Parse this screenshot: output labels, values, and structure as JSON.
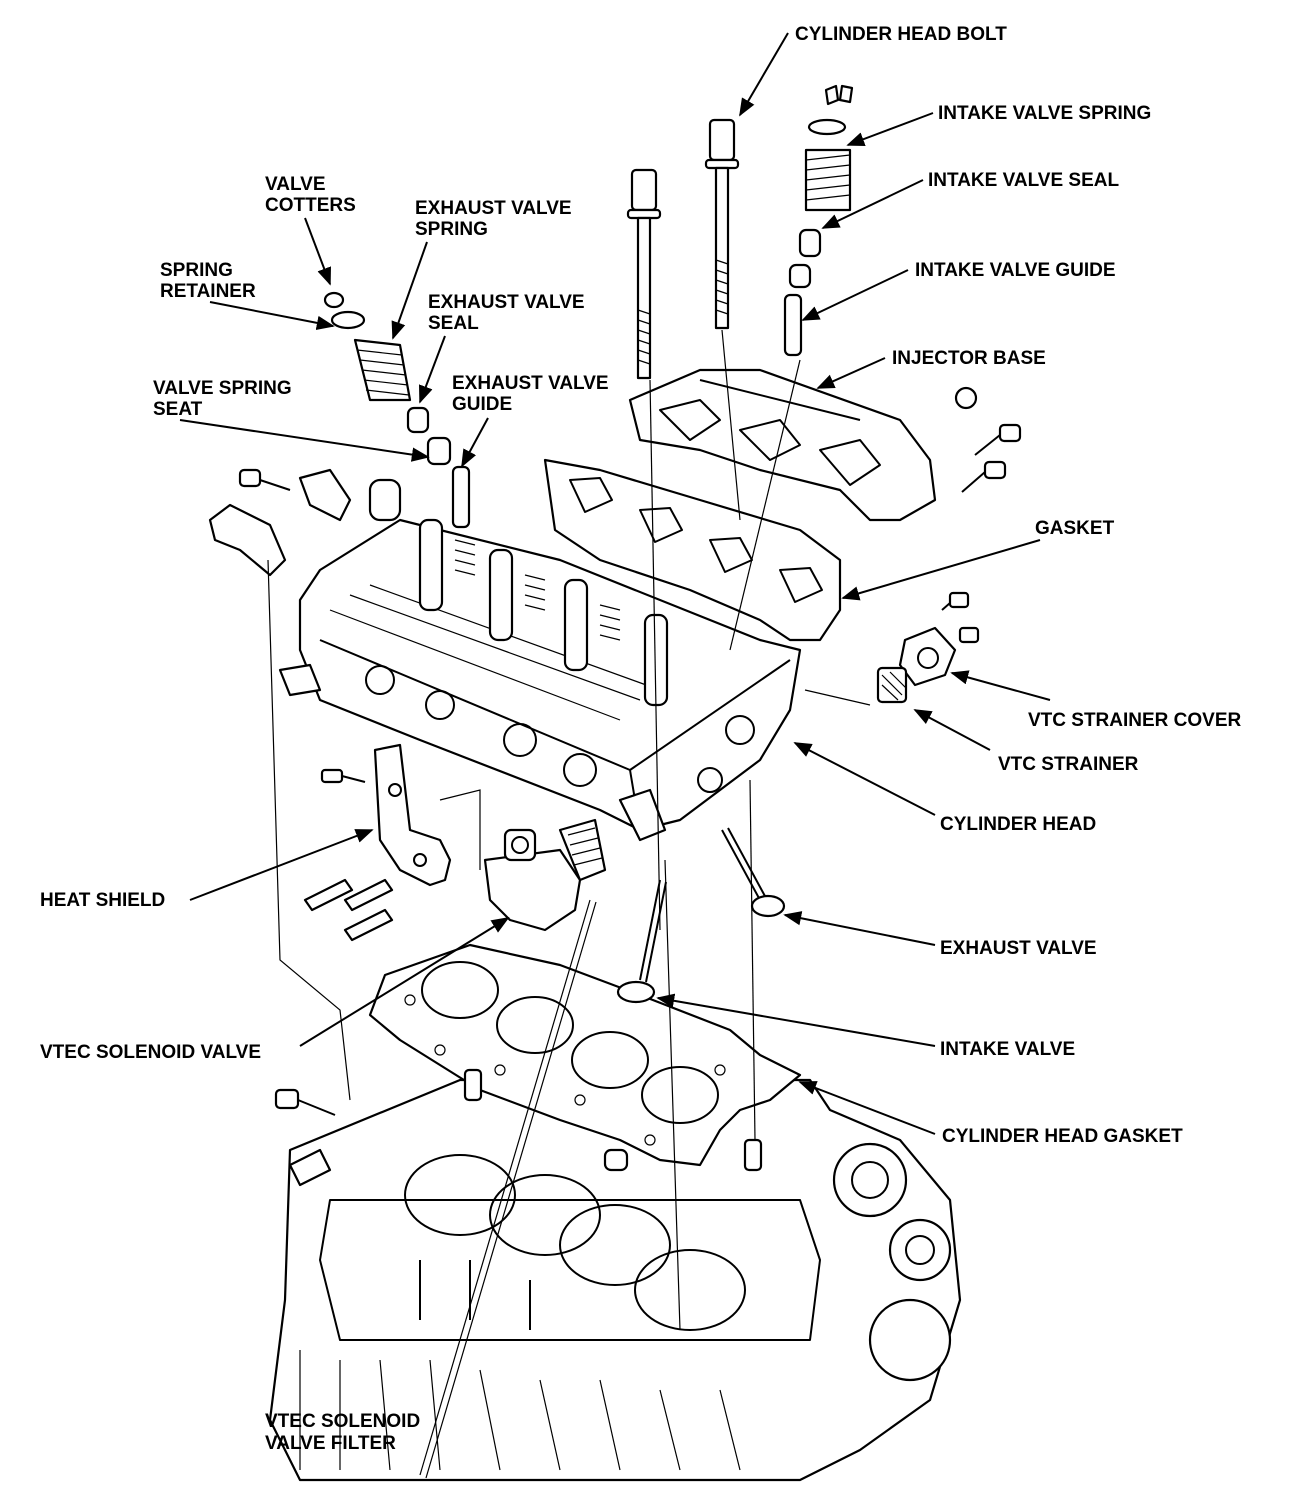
{
  "labels": {
    "cylinder_head_bolt": "CYLINDER HEAD BOLT",
    "intake_valve_spring": "INTAKE VALVE SPRING",
    "intake_valve_seal": "INTAKE VALVE SEAL",
    "intake_valve_guide": "INTAKE VALVE GUIDE",
    "injector_base": "INJECTOR BASE",
    "gasket": "GASKET",
    "vtc_strainer_cover": "VTC STRAINER COVER",
    "vtc_strainer": "VTC STRAINER",
    "cylinder_head": "CYLINDER HEAD",
    "exhaust_valve": "EXHAUST VALVE",
    "intake_valve": "INTAKE VALVE",
    "cylinder_head_gasket": "CYLINDER HEAD GASKET",
    "valve_cotters_1": "VALVE",
    "valve_cotters_2": "COTTERS",
    "exhaust_valve_spring_1": "EXHAUST VALVE",
    "exhaust_valve_spring_2": "SPRING",
    "spring_retainer_1": "SPRING",
    "spring_retainer_2": "RETAINER",
    "exhaust_valve_seal_1": "EXHAUST VALVE",
    "exhaust_valve_seal_2": "SEAL",
    "valve_spring_seat_1": "VALVE SPRING",
    "valve_spring_seat_2": "SEAT",
    "exhaust_valve_guide_1": "EXHAUST VALVE",
    "exhaust_valve_guide_2": "GUIDE",
    "heat_shield": "HEAT SHIELD",
    "vtec_solenoid_valve": "VTEC SOLENOID VALVE",
    "vtec_solenoid_valve_filter_1": "VTEC SOLENOID",
    "vtec_solenoid_valve_filter_2": "VALVE FILTER"
  }
}
